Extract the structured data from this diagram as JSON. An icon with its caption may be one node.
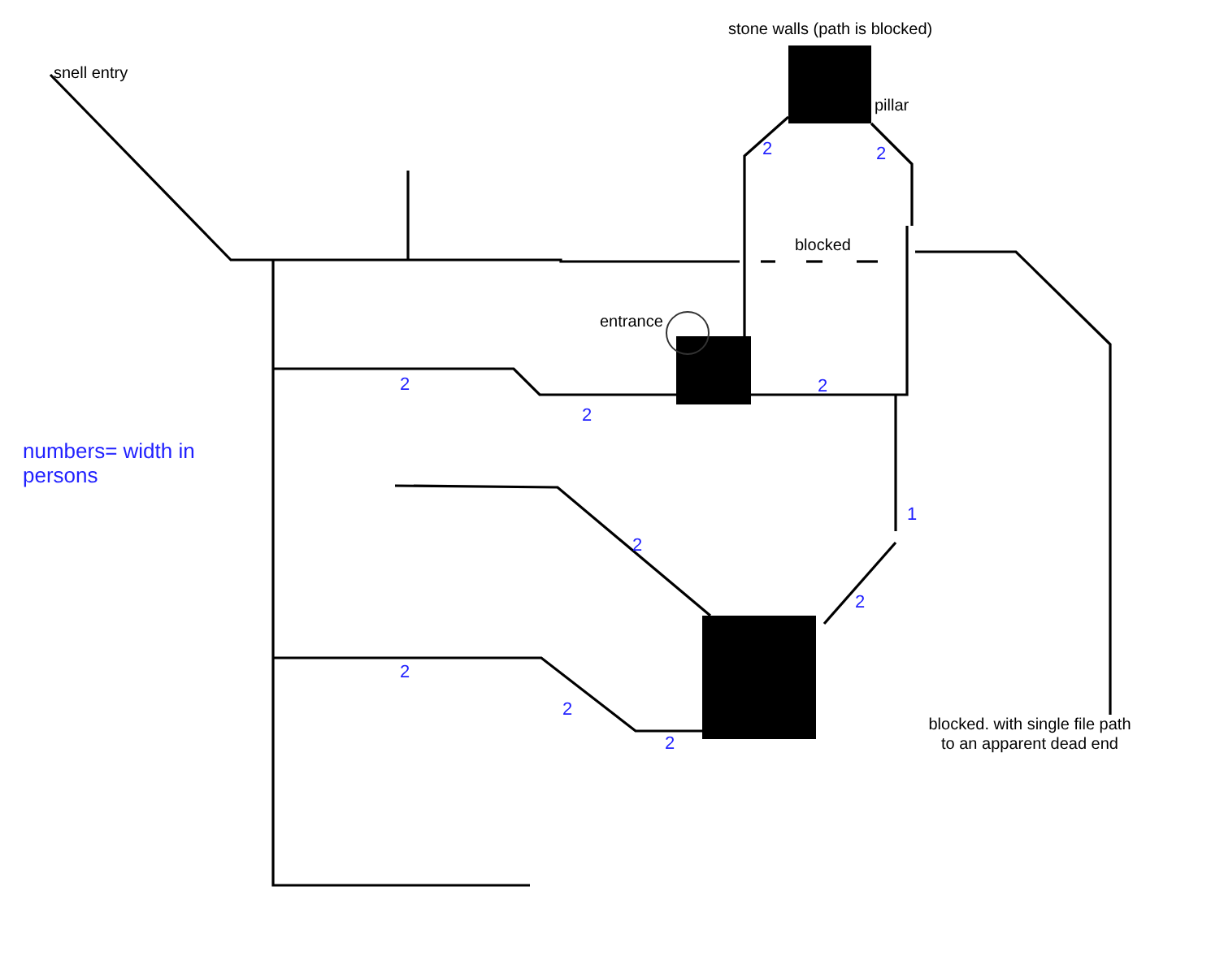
{
  "diagram": {
    "labels": [
      "stone walls (path is blocked)",
      "snell entry",
      "pillar",
      "2",
      "2",
      "blocked",
      "entrance",
      "2",
      "2",
      "2",
      "numbers= width in persons",
      "1",
      "2",
      "2",
      "2",
      "2",
      "blocked. with single file path to an apparent dead end",
      "2"
    ]
  }
}
